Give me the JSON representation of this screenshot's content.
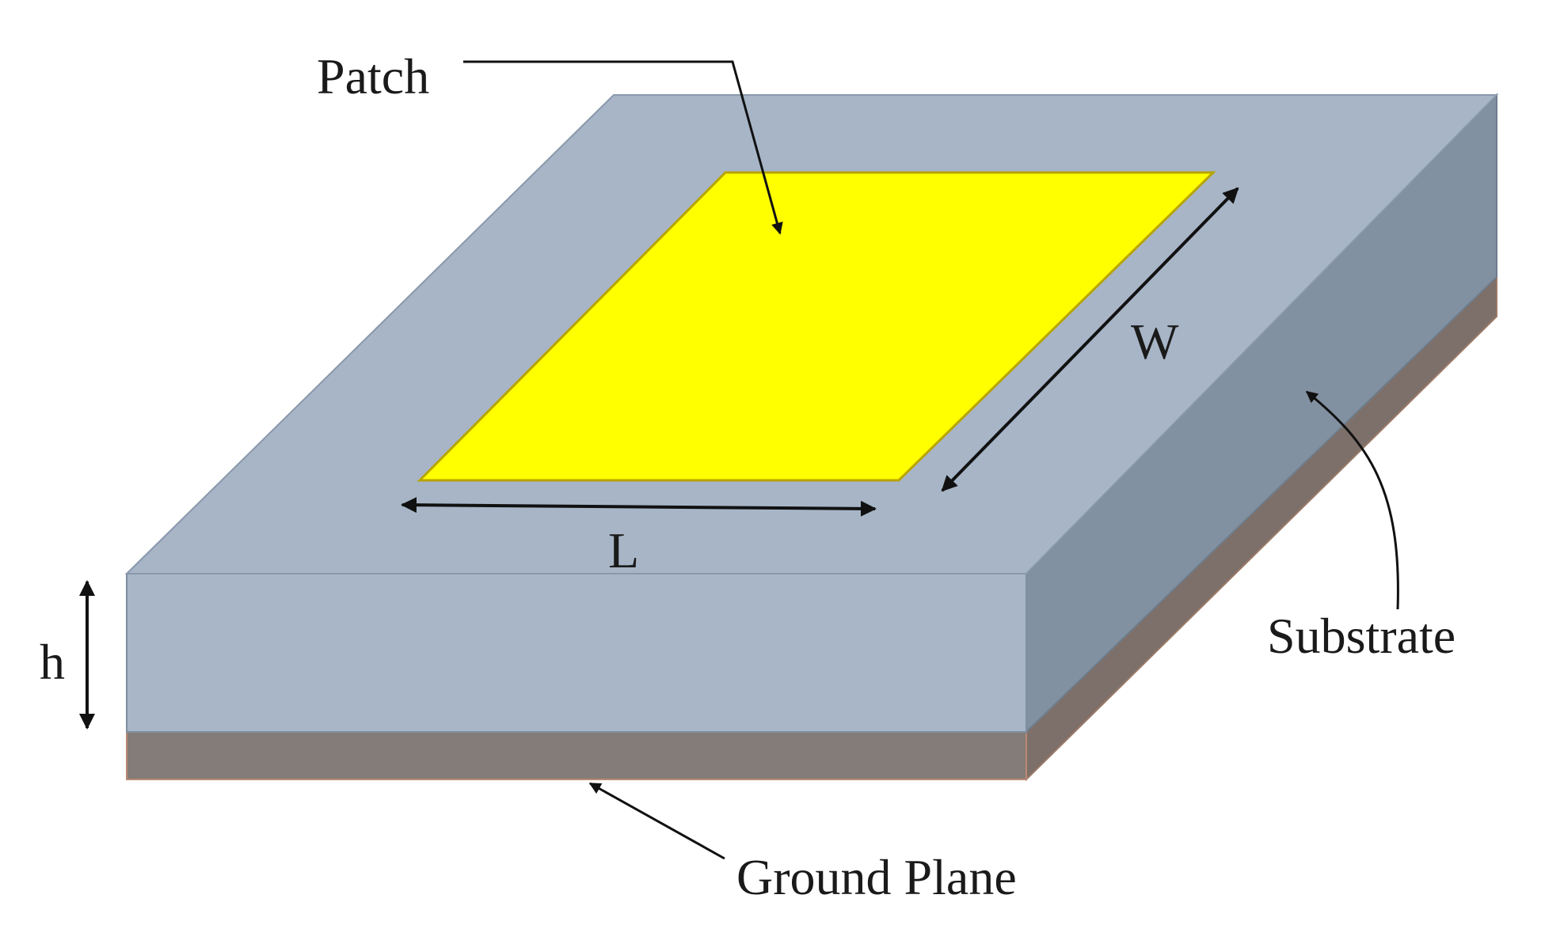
{
  "labels": {
    "patch": "Patch",
    "width": "W",
    "length": "L",
    "height": "h",
    "substrate": "Substrate",
    "ground_plane": "Ground Plane"
  },
  "colors": {
    "patch_fill": "#ffff00",
    "patch_edge": "#b8a400",
    "substrate_top": "#a7b5c7",
    "substrate_front": "#a8b6c8",
    "substrate_side": "#8291a1",
    "ground_front": "#847c78",
    "ground_side": "#7d6f69",
    "ground_edge": "#c08a70",
    "arrow": "#111111"
  }
}
